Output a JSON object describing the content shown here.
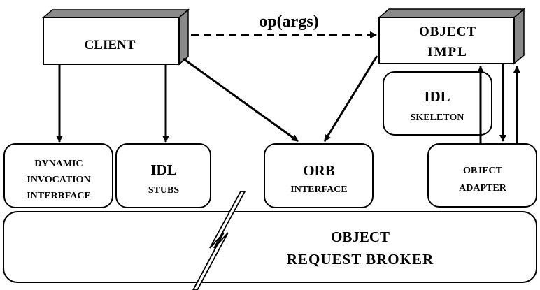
{
  "diagram": {
    "client": "CLIENT",
    "call": "op(args)",
    "object_impl": {
      "line1": "OBJECT",
      "line2": "IMPL"
    },
    "idl_skeleton": {
      "line1": "IDL",
      "line2": "SKELETON"
    },
    "dii": {
      "line1": "DYNAMIC",
      "line2": "INVOCATION",
      "line3": "INTERRFACE"
    },
    "idl_stubs": {
      "line1": "IDL",
      "line2": "STUBS"
    },
    "orb_interface": {
      "line1": "ORB",
      "line2": "INTERFACE"
    },
    "object_adapter": {
      "line1": "OBJECT",
      "line2": "ADAPTER"
    },
    "orb": {
      "line1": "OBJECT",
      "line2": "REQUEST BROKER"
    }
  }
}
